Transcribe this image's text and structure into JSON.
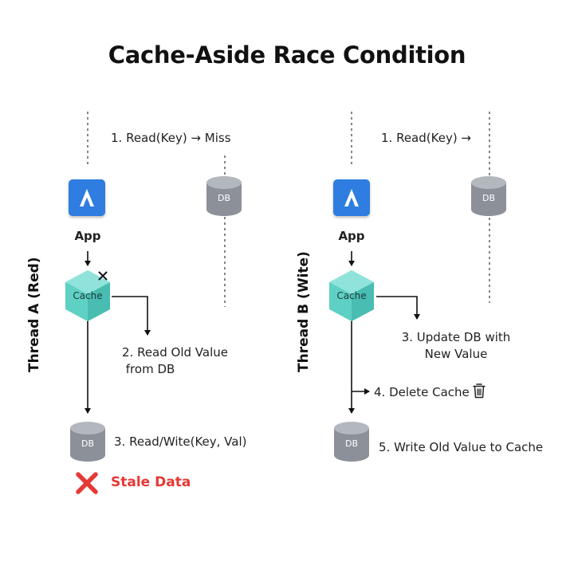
{
  "title": "Cache-Aside Race Condition",
  "thread_a": {
    "label": "Thread A (Red)",
    "step1": "1. Read(Key) → Miss",
    "app_label": "App",
    "cache_label": "Cache",
    "db_top_label": "DB",
    "step2": "2. Read Old Value\n from DB",
    "db_bottom_label": "DB",
    "step3": "3. Read/Wite(Key, Val)",
    "status": "Stale Data"
  },
  "thread_b": {
    "label": "Thread B (Wite)",
    "step1": "1. Read(Key) →",
    "app_label": "App",
    "cache_label": "Cache",
    "db_top_label": "DB",
    "step3": "3. Update DB with\nNew Value",
    "step4": "4. Delete Cache",
    "db_bottom_label": "DB",
    "step5": "5. Write Old Value to Cache"
  },
  "colors": {
    "app": "#2f7de1",
    "cache": "#5fd0c4",
    "db": "#8c9099",
    "error": "#e53935"
  },
  "icons": [
    "app-logo-icon",
    "cache-hexagon-icon",
    "database-icon",
    "close-icon",
    "trash-icon",
    "error-x-icon"
  ]
}
